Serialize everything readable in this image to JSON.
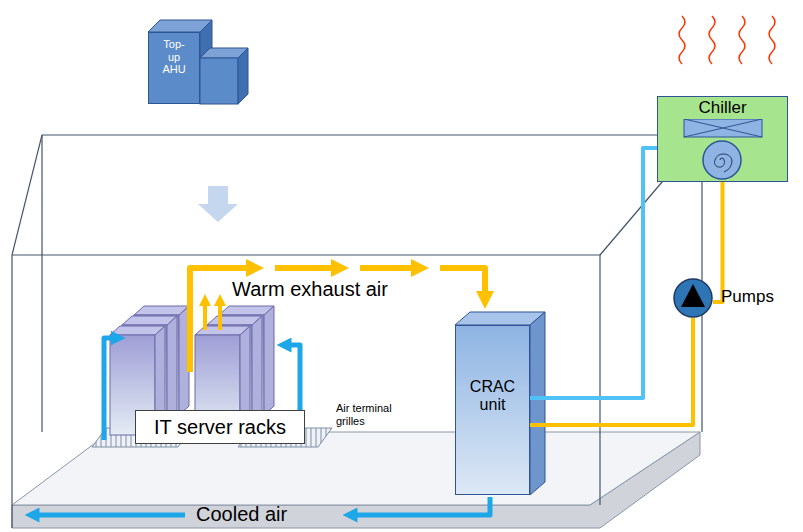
{
  "diagram": {
    "nodes": [
      {
        "text": [
          "Top- up AHU"
        ]
      },
      {
        "text": [
          "Chiller"
        ]
      },
      {
        "text": [
          "Pumps"
        ]
      },
      {
        "text": [
          "IT server racks"
        ]
      },
      {
        "text": [
          "CRAC unit"
        ]
      }
    ],
    "edges": [
      {
        "from": 1,
        "to": 4,
        "arrow": "none"
      },
      {
        "from": 4,
        "to": 2,
        "arrow": "none"
      },
      {
        "from": 2,
        "to": 1,
        "arrow": "none"
      }
    ],
    "labels": [
      "Warm exhaust air",
      "Air terminal grilles",
      "Cooled air"
    ]
  }
}
